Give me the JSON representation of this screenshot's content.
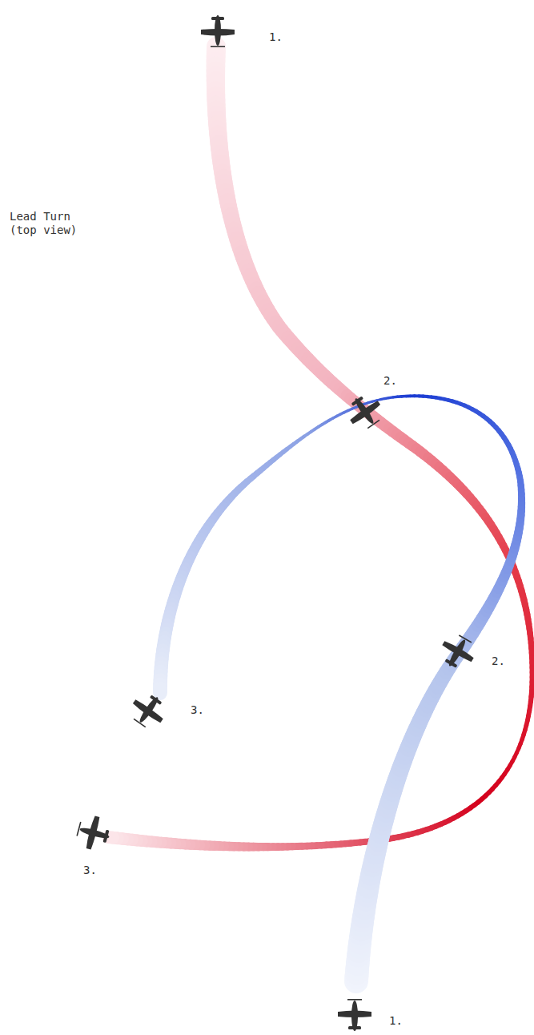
{
  "diagram": {
    "title": "Lead Turn (top view)",
    "labels": [
      "1.",
      "2.",
      "2.",
      "3.",
      "3.",
      "1."
    ]
  }
}
